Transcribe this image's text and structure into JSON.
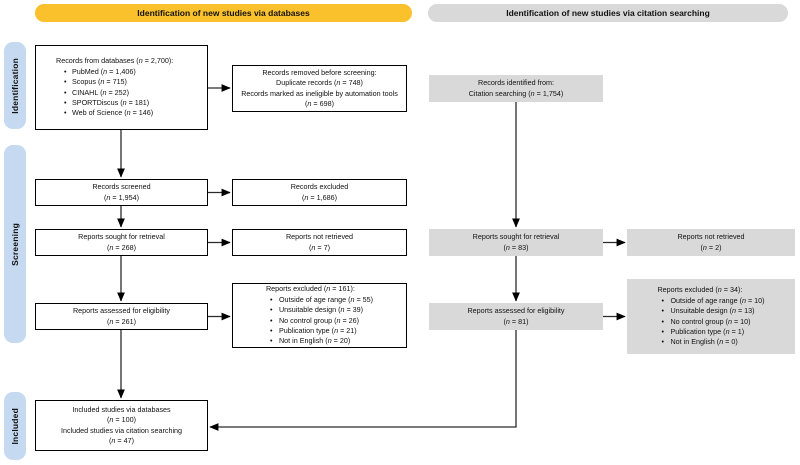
{
  "headers": {
    "databases": "Identification of new studies via databases",
    "citation_searching": "Identification of new studies via citation searching"
  },
  "stages": {
    "identification": "Identification",
    "screening": "Screening",
    "included": "Included"
  },
  "colors": {
    "header_accent": "#FBC12D",
    "header_neutral": "#D9D9D9",
    "stage_label": "#C5D9F1",
    "citation_box": "#D9D9D9"
  },
  "database_column": {
    "records_from_databases": {
      "heading": "Records from databases (n = 2,700):",
      "sources": [
        "PubMed (n = 1,406)",
        "Scopus (n = 715)",
        "CINAHL (n = 252)",
        "SPORTDiscus (n = 181)",
        "Web of Science (n = 146)"
      ]
    },
    "records_removed": {
      "line1": "Records removed before screening:",
      "line2": "Duplicate records (n = 748)",
      "line3": "Records marked as ineligible by automation tools (n = 698)"
    },
    "records_screened": {
      "line1": "Records screened",
      "line2": "(n = 1,954)"
    },
    "records_excluded": {
      "line1": "Records excluded",
      "line2": "(n = 1,686)"
    },
    "reports_sought": {
      "line1": "Reports sought for retrieval",
      "line2": "(n = 268)"
    },
    "reports_not_retrieved": {
      "line1": "Reports not retrieved",
      "line2": "(n = 7)"
    },
    "reports_assessed": {
      "line1": "Reports assessed for eligibility",
      "line2": "(n = 261)"
    },
    "reports_excluded": {
      "heading": "Reports excluded (n = 161):",
      "reasons": [
        "Outside of age range (n = 55)",
        "Unsuitable design (n = 39)",
        "No control group (n = 26)",
        "Publication type (n = 21)",
        "Not in English (n = 20)"
      ]
    },
    "included_studies": {
      "line1": "Included studies via databases",
      "line2": "(n = 100)",
      "line3": "Included studies via citation searching",
      "line4": "(n = 47)"
    }
  },
  "citation_column": {
    "records_identified": {
      "line1": "Records identified from:",
      "line2": "Citation searching (n = 1,754)"
    },
    "reports_sought": {
      "line1": "Reports sought for retrieval",
      "line2": "(n = 83)"
    },
    "reports_not_retrieved": {
      "line1": "Reports not retrieved",
      "line2": "(n = 2)"
    },
    "reports_assessed": {
      "line1": "Reports assessed for eligibility",
      "line2": "(n = 81)"
    },
    "reports_excluded": {
      "heading": "Reports excluded (n = 34):",
      "reasons": [
        "Outside of age range (n = 10)",
        "Unsuitable design (n = 13)",
        "No control group (n = 10)",
        "Publication type (n = 1)",
        "Not in English (n = 0)"
      ]
    }
  }
}
